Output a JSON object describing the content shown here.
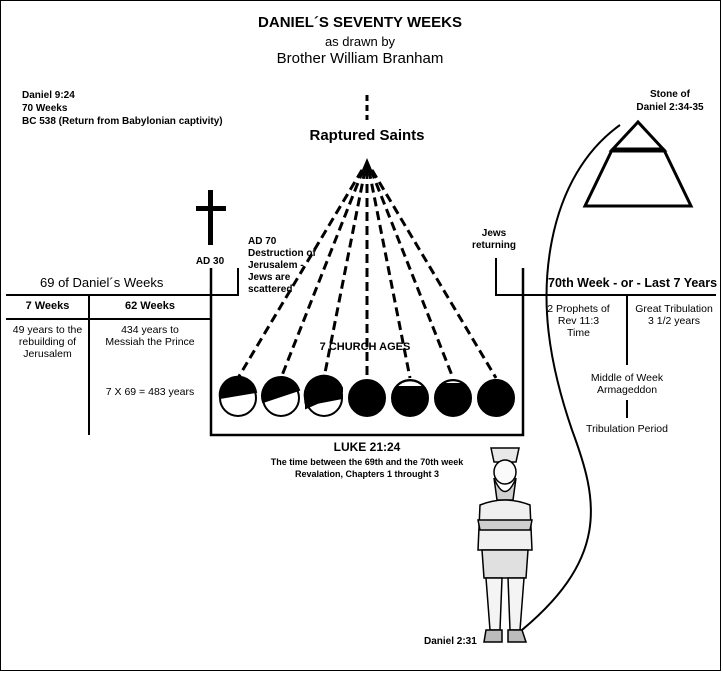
{
  "title": {
    "main": "DANIEL´S SEVENTY WEEKS",
    "sub1": "as drawn by",
    "sub2": "Brother William Branham"
  },
  "intro": {
    "line1": "Daniel 9:24",
    "line2": "70 Weeks",
    "line3": "BC 538 (Return from Babylonian captivity)"
  },
  "raptured_saints": "Raptured Saints",
  "stone": {
    "line1": "Stone of",
    "line2": "Daniel 2:34-35"
  },
  "ad30": "AD 30",
  "ad70": {
    "line1": "AD 70",
    "line2": "Destruction of",
    "line3": "Jerusalem -",
    "line4": "Jews are",
    "line5": "scattered"
  },
  "jews_returning": {
    "line1": "Jews",
    "line2": "returning"
  },
  "sixty_nine_weeks": "69 of Daniel´s Weeks",
  "seventieth_week": "70th Week - or - Last 7 Years",
  "seven_weeks": {
    "header": "7 Weeks",
    "line1": "49 years to the",
    "line2": "rebuilding of",
    "line3": "Jerusalem"
  },
  "sixty_two_weeks": {
    "header": "62 Weeks",
    "line1": "434 years to",
    "line2": "Messiah the Prince",
    "calc": "7 X 69 = 483 years"
  },
  "church_ages": "7 CHURCH AGES",
  "prophets": {
    "line1": "2 Prophets of",
    "line2": "Rev 11:3",
    "line3": "Time"
  },
  "great_tribulation": {
    "line1": "Great Tribulation",
    "line2": "3 1/2 years"
  },
  "middle_week": {
    "line1": "Middle of Week",
    "line2": "Armageddon"
  },
  "tribulation_period": "Tribulation Period",
  "luke": {
    "header": "LUKE 21:24",
    "line1": "The time between the 69th and the 70th week",
    "line2": "Revalation, Chapters 1 throught 3"
  },
  "daniel_231": "Daniel 2:31"
}
